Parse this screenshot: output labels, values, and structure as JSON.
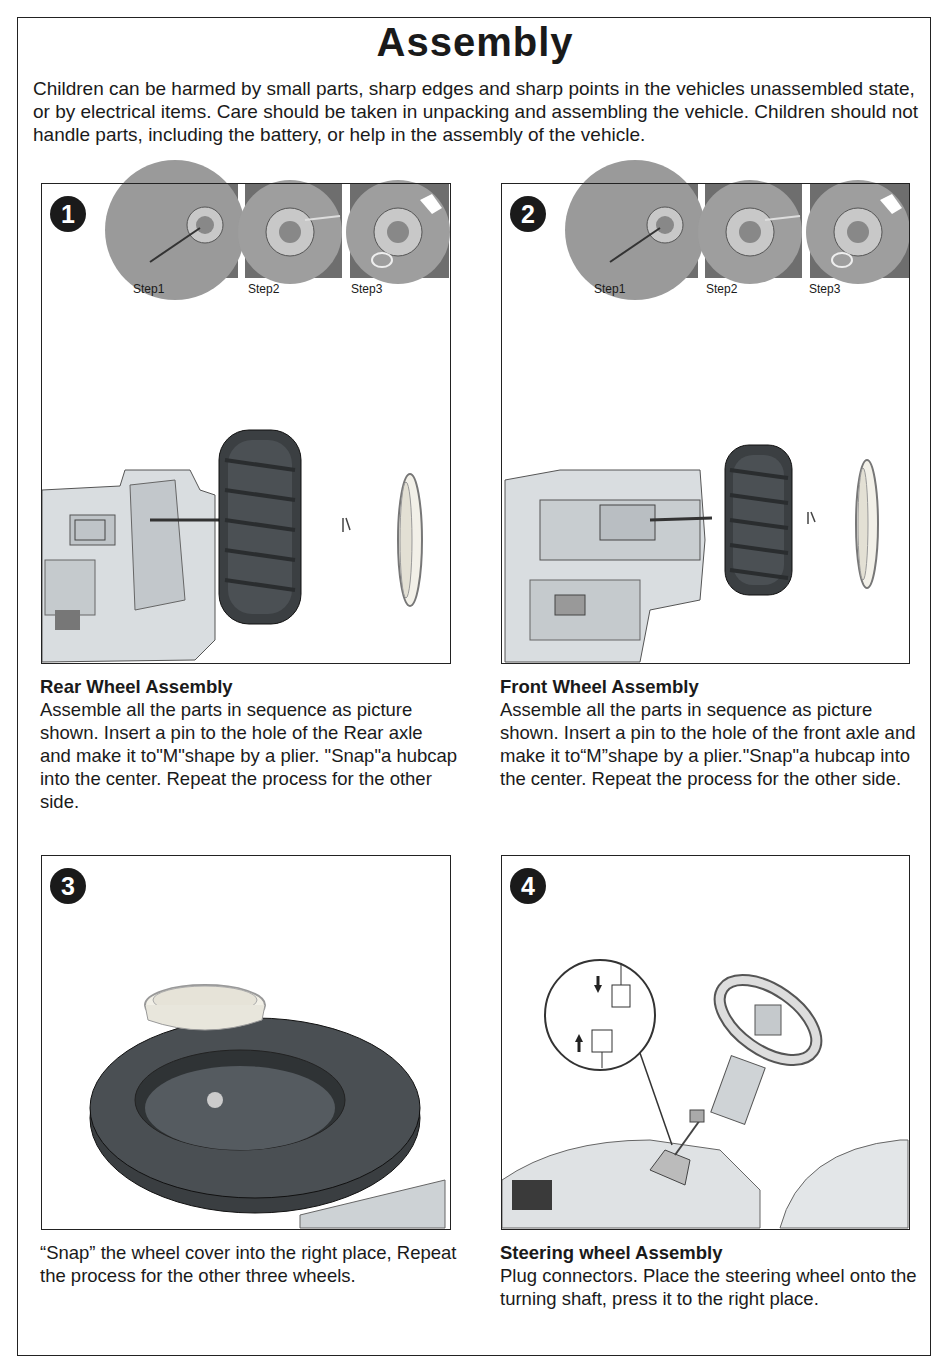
{
  "diagram": {
    "title": "Assembly",
    "nodes": [
      {
        "text": [
          "Rear Wheel Assembly",
          "Assemble all the parts in sequence as picture shown. Insert a pin to the hole of the Rear axle and make it to\"M\"shape by a plier. \"Snap\"a hubcap into the center. Repeat the process for the other side."
        ]
      },
      {
        "text": [
          "1"
        ],
        "in": 0
      },
      {
        "text": [
          "Front Wheel Assembly",
          "Assemble all the parts in sequence as picture shown. Insert a pin to the hole of the front axle and make it to“M”shape by a plier.\"Snap\"a hubcap into the center. Repeat the process for the other side."
        ]
      },
      {
        "text": [
          "2"
        ],
        "in": 2
      },
      {
        "text": [
          "“Snap” the wheel cover into the right place, Repeat the process for the other three wheels."
        ]
      },
      {
        "text": [
          "3"
        ],
        "in": 4
      },
      {
        "text": [
          "Steering wheel Assembly",
          "Plug connectors. Place the steering wheel onto the turning shaft, press it to the right place."
        ]
      },
      {
        "text": [
          "4"
        ],
        "in": 6
      }
    ],
    "labels": [
      "Children can be harmed by small parts, sharp edges and sharp points in the vehicles unassembled state, or by electrical items. Care should be taken in unpacking and assembling the vehicle. Children should not handle parts, including the battery, or help in the assembly of the vehicle.",
      "Step1",
      "Step2",
      "Step3",
      "Step1",
      "Step2",
      "Step3"
    ]
  }
}
